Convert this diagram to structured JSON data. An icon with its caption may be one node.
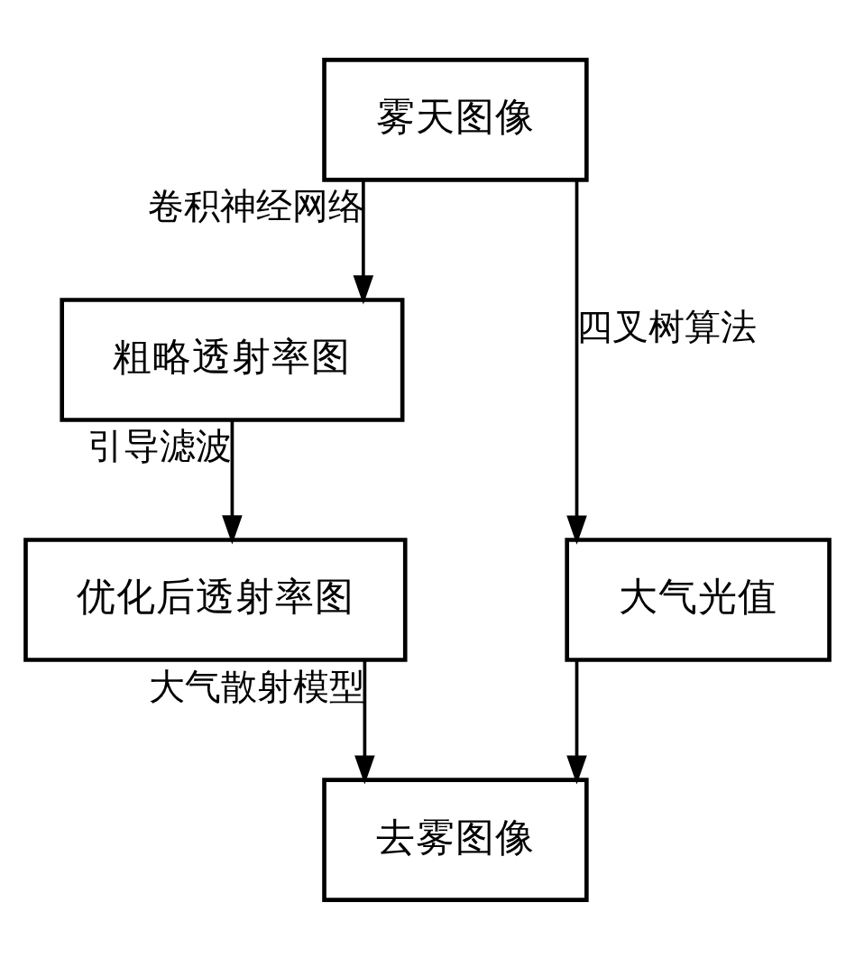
{
  "diagram": {
    "nodes": [
      {
        "text": [
          "雾天图像"
        ]
      },
      {
        "text": [
          "粗略透射率图"
        ]
      },
      {
        "text": [
          "优化后透射率图"
        ]
      },
      {
        "text": [
          "大气光值"
        ]
      },
      {
        "text": [
          "去雾图像"
        ]
      }
    ],
    "edges": [
      {
        "from": 0,
        "to": 1,
        "arrow": "to",
        "label": "卷积神经网络"
      },
      {
        "from": 0,
        "to": 3,
        "arrow": "to",
        "label": "四叉树算法"
      },
      {
        "from": 1,
        "to": 2,
        "arrow": "to",
        "label": "引导滤波"
      },
      {
        "from": 2,
        "to": 4,
        "arrow": "to",
        "label": "大气散射模型"
      },
      {
        "from": 3,
        "to": 4,
        "arrow": "to"
      }
    ]
  }
}
